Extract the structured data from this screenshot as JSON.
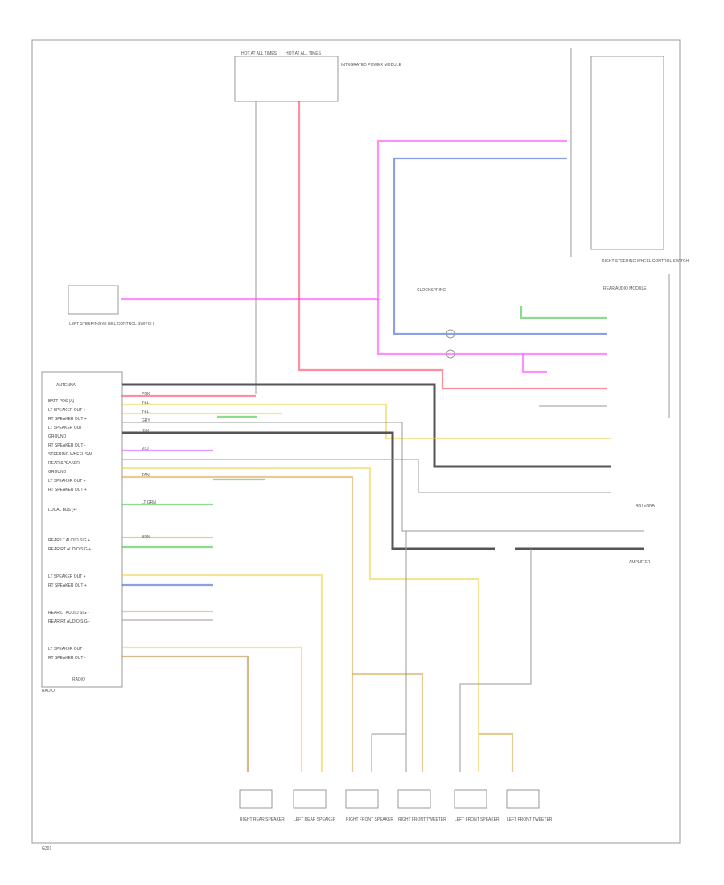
{
  "diagram": {
    "radio_label": "RADIO",
    "radio_pins": [
      "ANTENNA",
      "BATT POS (A)",
      "LT SPEAKER OUT +",
      "RT SPEAKER OUT +",
      "LT SPEAKER OUT -",
      "GROUND",
      "RT SPEAKER OUT -",
      "STEERING WHEEL SW",
      "REAR SPEAKER",
      "GROUND",
      "LT SPEAKER OUT +",
      "RT SPEAKER OUT +"
    ],
    "radio_pins_lower": [
      "LOCAL BUS (+)",
      "REAR LT AUDIO SIG +",
      "REAR RT AUDIO SIG +",
      "LT SPEAKER OUT +",
      "RT SPEAKER OUT +",
      "REAR LT AUDIO SIG -",
      "REAR RT AUDIO SIG -",
      "LT SPEAKER OUT -",
      "RT SPEAKER OUT -"
    ],
    "wire_colors": [
      "PNK",
      "YEL",
      "YEL",
      "GRY",
      "BRN",
      "VIO",
      "BLK",
      "TAN",
      "LT GRN"
    ],
    "left_switch": "LEFT STEERING WHEEL CONTROL SWITCH",
    "right_switch": "RIGHT STEERING WHEEL CONTROL SWITCH",
    "top_fuse_1": "HOT AT ALL TIMES",
    "top_fuse_2": "HOT AT ALL TIMES",
    "top_fuse_note": "INTEGRATED POWER MODULE",
    "clockspring": "CLOCKSPRING",
    "right_module": "REAR AUDIO MODULE",
    "antenna": "ANTENNA",
    "amplifier": "AMPLIFIER",
    "ground_label": "G301",
    "footer": "RADIO",
    "speakers": [
      "RIGHT REAR SPEAKER",
      "LEFT REAR SPEAKER",
      "RIGHT FRONT SPEAKER",
      "RIGHT FRONT TWEETER",
      "LEFT FRONT SPEAKER",
      "LEFT FRONT TWEETER"
    ],
    "colors": {
      "pink": "#ff66ff",
      "blue": "#4060d0",
      "red": "#ff4060",
      "green": "#40c040",
      "yellow": "#e8d040",
      "tan": "#d0a040",
      "cyan": "#40d0e0",
      "gray": "#808080"
    }
  }
}
